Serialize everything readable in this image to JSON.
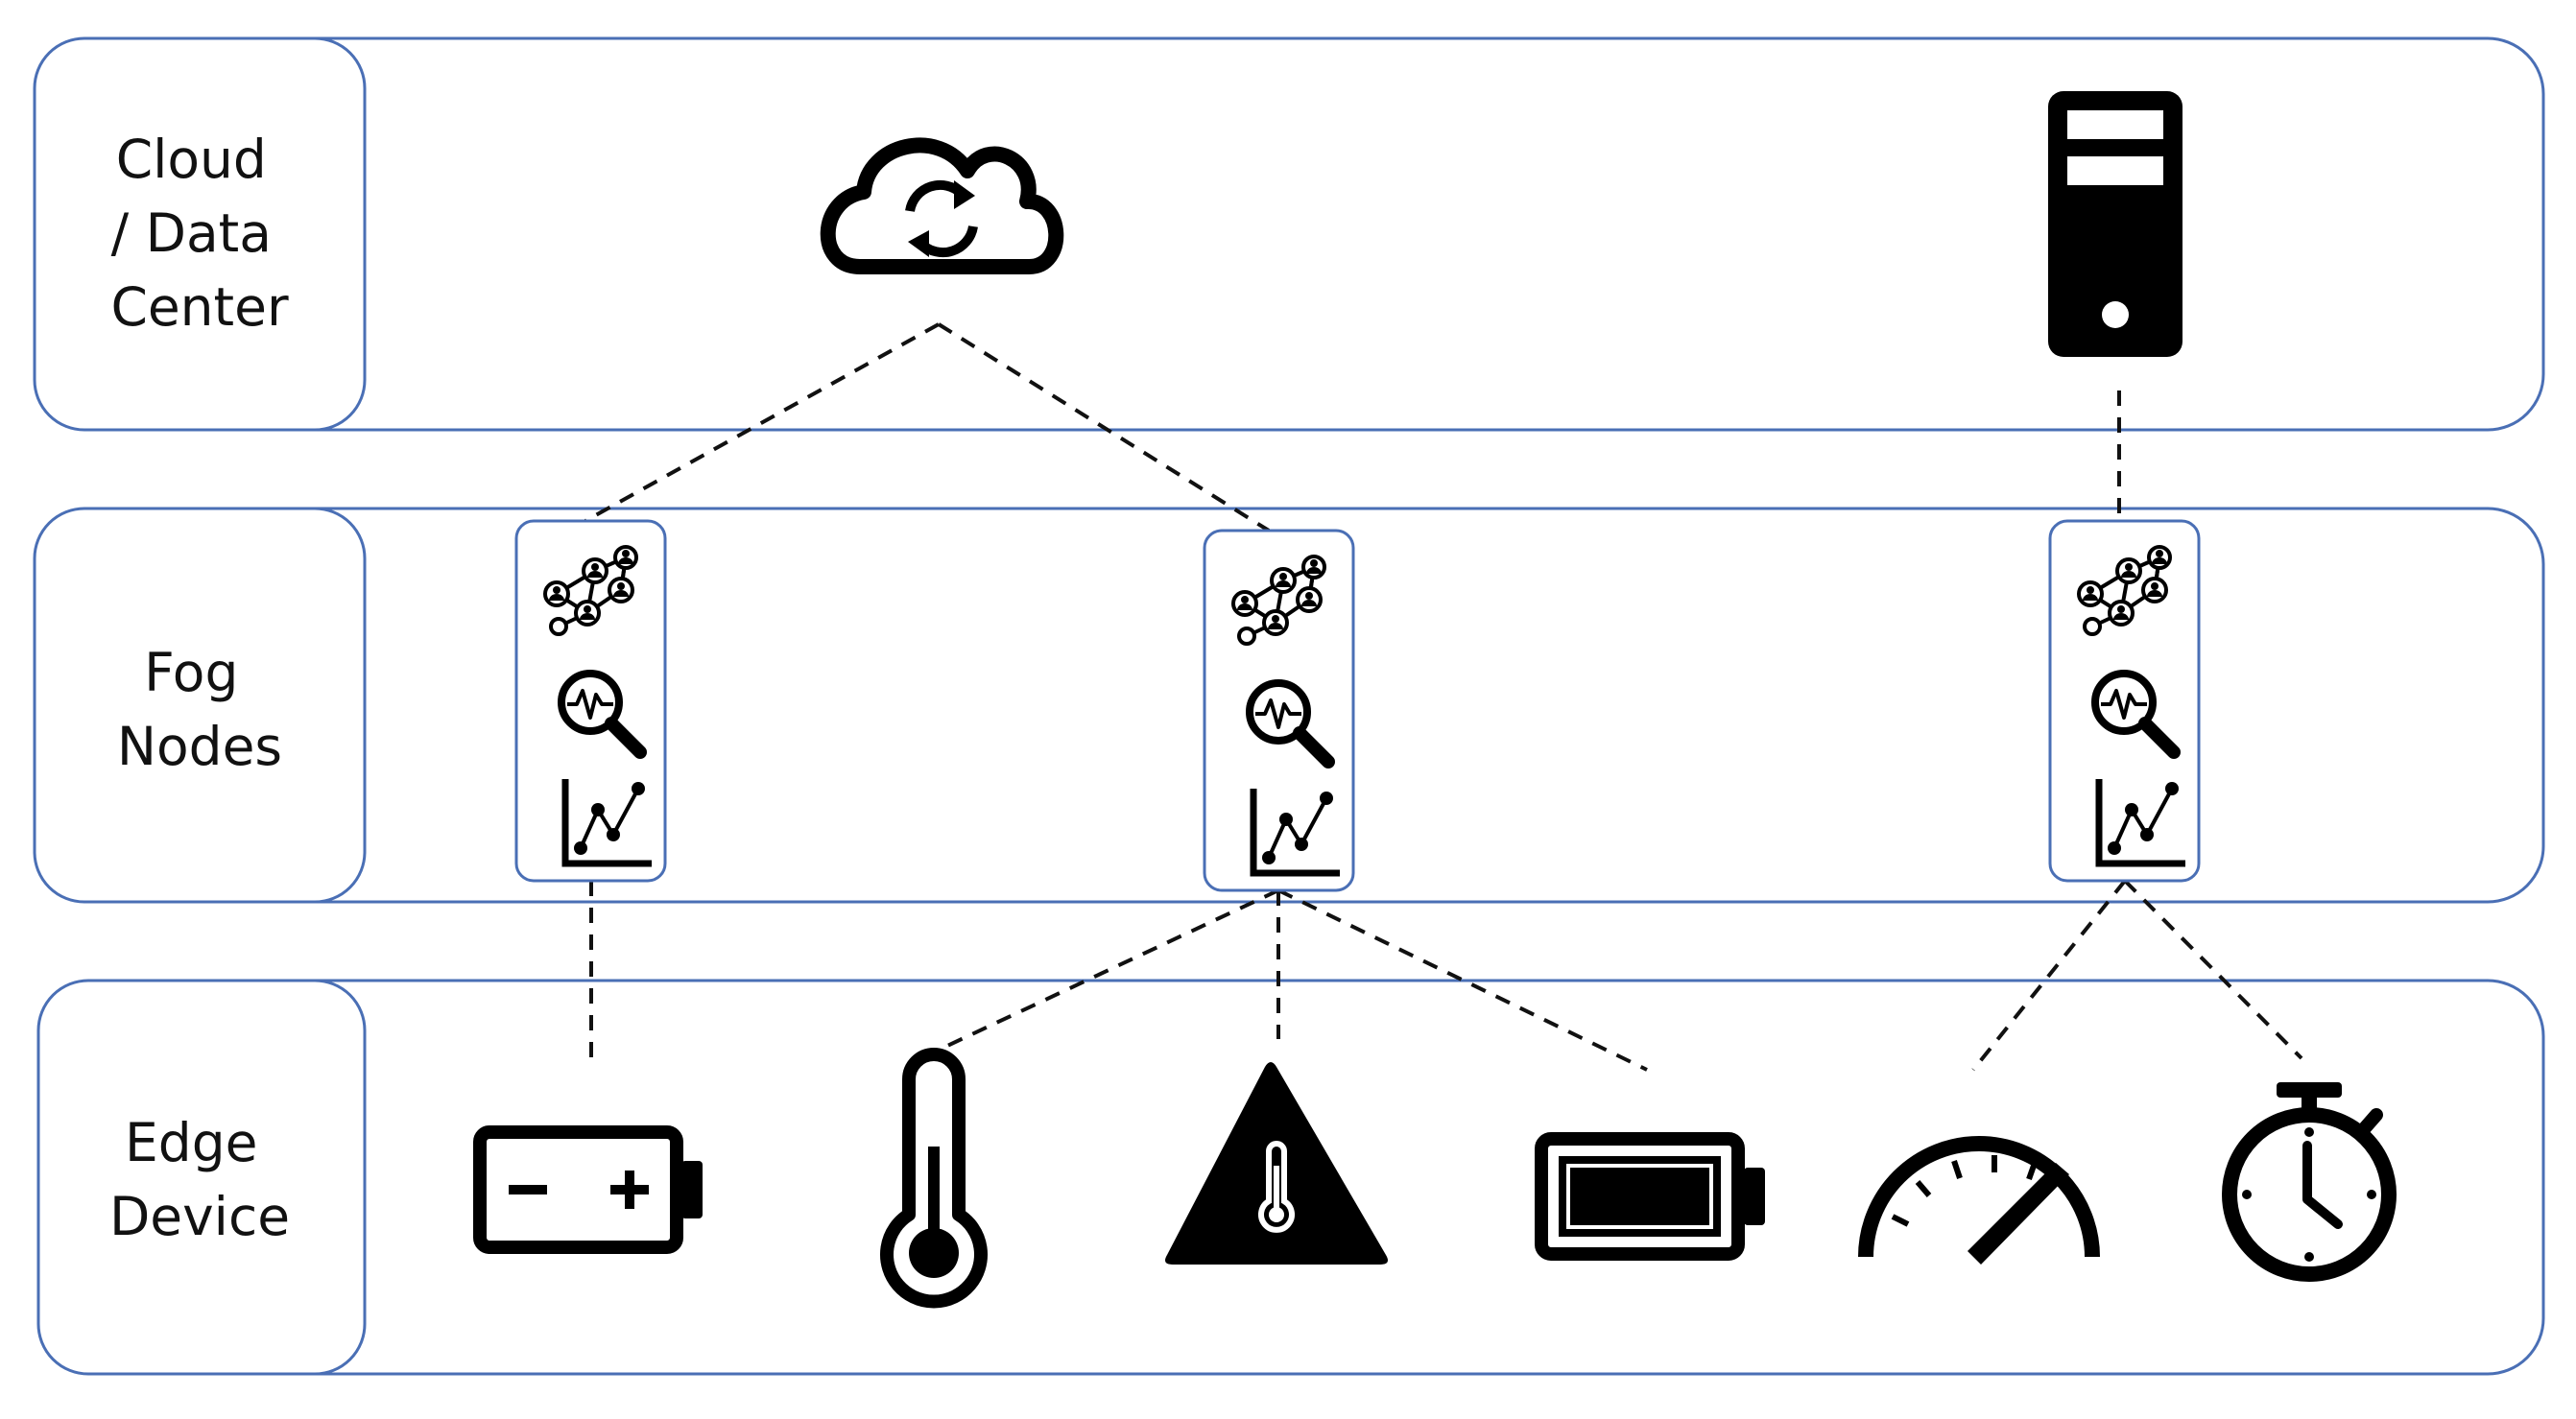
{
  "colors": {
    "tier_border": "#4a6fb5",
    "fog_border": "#4a6fb5",
    "icon": "#000000",
    "link": "#111111"
  },
  "tiers": [
    {
      "id": "cloud",
      "label_lines": [
        "Cloud",
        "/ Data",
        "Center"
      ]
    },
    {
      "id": "fog",
      "label_lines": [
        "Fog",
        "Nodes"
      ]
    },
    {
      "id": "edge",
      "label_lines": [
        "Edge",
        "Device"
      ]
    }
  ],
  "cloud_icons": [
    "cloud-sync-icon",
    "server-tower-icon"
  ],
  "fog_node_icons": [
    "network-nodes-icon",
    "magnifier-analytics-icon",
    "line-chart-icon"
  ],
  "edge_icons": [
    "battery-charge-icon",
    "thermometer-icon",
    "temperature-warning-icon",
    "battery-full-icon",
    "speedometer-icon",
    "stopwatch-icon"
  ],
  "links": [
    {
      "from": "cloud-sync-icon",
      "to": "fog-node-1"
    },
    {
      "from": "cloud-sync-icon",
      "to": "fog-node-2"
    },
    {
      "from": "server-tower-icon",
      "to": "fog-node-3"
    },
    {
      "from": "fog-node-1",
      "to": "battery-charge-icon"
    },
    {
      "from": "fog-node-2",
      "to": "thermometer-icon"
    },
    {
      "from": "fog-node-2",
      "to": "temperature-warning-icon"
    },
    {
      "from": "fog-node-2",
      "to": "battery-full-icon"
    },
    {
      "from": "fog-node-3",
      "to": "speedometer-icon"
    },
    {
      "from": "fog-node-3",
      "to": "stopwatch-icon"
    }
  ]
}
